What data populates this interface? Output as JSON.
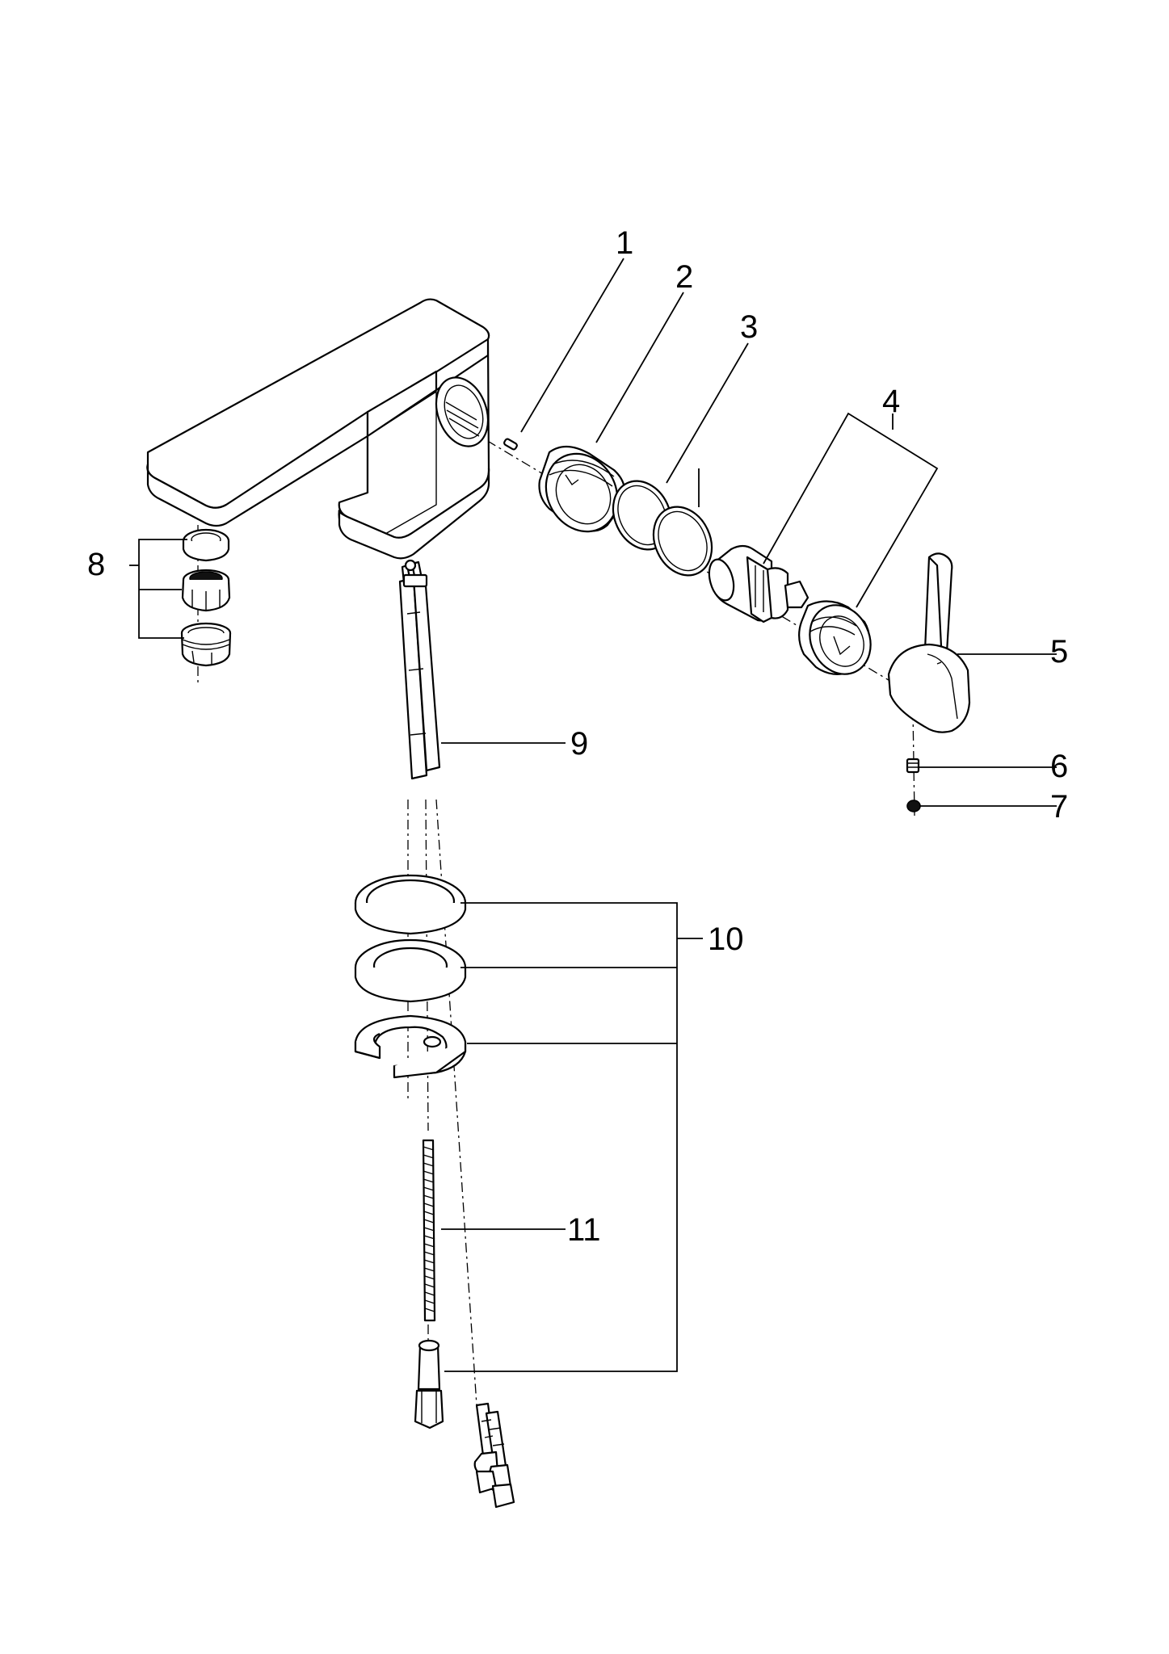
{
  "callouts": [
    {
      "id": "1",
      "label": "1"
    },
    {
      "id": "2",
      "label": "2"
    },
    {
      "id": "3",
      "label": "3"
    },
    {
      "id": "4",
      "label": "4"
    },
    {
      "id": "5",
      "label": "5"
    },
    {
      "id": "6",
      "label": "6"
    },
    {
      "id": "7",
      "label": "7"
    },
    {
      "id": "8",
      "label": "8"
    },
    {
      "id": "9",
      "label": "9"
    },
    {
      "id": "10",
      "label": "10"
    },
    {
      "id": "11",
      "label": "11"
    }
  ],
  "parts": [
    "faucet-body",
    "pin",
    "cartridge-nut",
    "o-rings",
    "cartridge",
    "cover-nut",
    "lever-handle",
    "grub-screw",
    "cap",
    "aerator-set",
    "flexible-hoses",
    "mounting-set",
    "threaded-rod"
  ],
  "colors": {
    "line": "#000000",
    "background": "#ffffff"
  }
}
